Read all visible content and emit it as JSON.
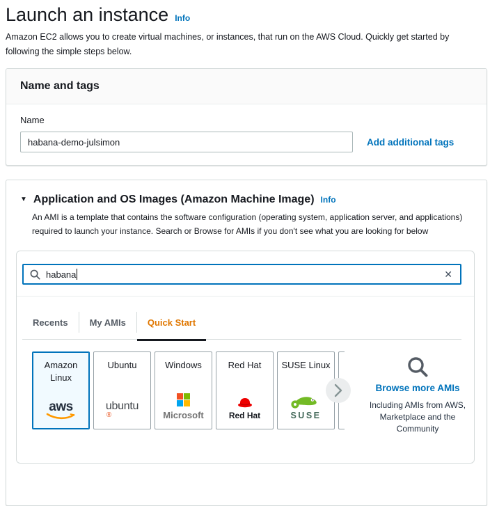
{
  "page": {
    "title": "Launch an instance",
    "info_label": "Info",
    "description": "Amazon EC2 allows you to create virtual machines, or instances, that run on the AWS Cloud. Quickly get started by following the simple steps below."
  },
  "name_tags": {
    "header": "Name and tags",
    "name_label": "Name",
    "name_value": "habana-demo-julsimon",
    "add_tags_label": "Add additional tags"
  },
  "ami": {
    "collapse_icon": "▼",
    "header": "Application and OS Images (Amazon Machine Image)",
    "info_label": "Info",
    "description": "An AMI is a template that contains the software configuration (operating system, application server, and applications) required to launch your instance. Search or Browse for AMIs if you don't see what you are looking for below",
    "search": {
      "value": "habana",
      "clear_icon": "✕"
    },
    "tabs": [
      {
        "label": "Recents",
        "active": false
      },
      {
        "label": "My AMIs",
        "active": false
      },
      {
        "label": "Quick Start",
        "active": true
      }
    ],
    "os_cards": [
      {
        "label": "Amazon Linux",
        "logo_text": "aws",
        "selected": true
      },
      {
        "label": "Ubuntu",
        "logo_text": "ubuntu",
        "logo_mark": "®",
        "selected": false
      },
      {
        "label": "Windows",
        "logo_text": "Microsoft",
        "selected": false
      },
      {
        "label": "Red Hat",
        "logo_text": "Red Hat",
        "selected": false
      },
      {
        "label": "SUSE Linux",
        "logo_text": "SUSE",
        "selected": false
      }
    ],
    "browse": {
      "link_label": "Browse more AMIs",
      "subtext": "Including AMIs from AWS, Marketplace and the Community"
    }
  },
  "colors": {
    "link_blue": "#0073bb",
    "active_tab_orange": "#e07700",
    "selected_card_border": "#0073bb",
    "selected_card_bg": "#f1faff",
    "aws_orange": "#ff9900",
    "ubuntu_orange": "#e95420",
    "redhat_red": "#ee0000",
    "suse_green": "#73ba25"
  }
}
